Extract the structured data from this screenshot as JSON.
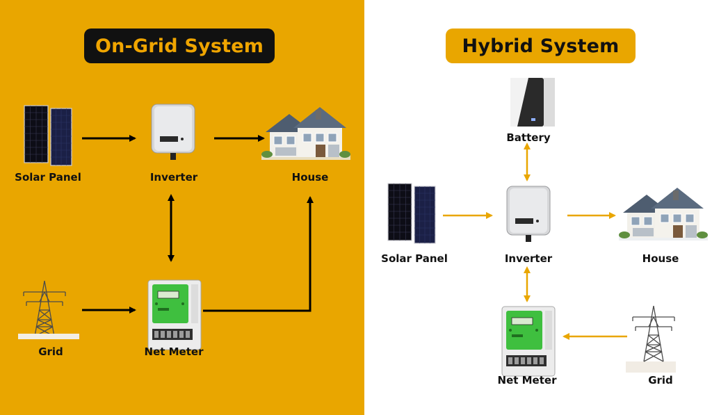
{
  "on_grid": {
    "title": "On-Grid System",
    "labels": {
      "solar_panel": "Solar Panel",
      "inverter": "Inverter",
      "house": "House",
      "grid": "Grid",
      "net_meter": "Net Meter"
    }
  },
  "hybrid": {
    "title": "Hybrid System",
    "labels": {
      "battery": "Battery",
      "solar_panel": "Solar Panel",
      "inverter": "Inverter",
      "house": "House",
      "net_meter": "Net Meter",
      "grid": "Grid"
    }
  },
  "colors": {
    "accent": "#E9A600",
    "dark": "#111111",
    "arrow_on_grid": "#000000",
    "arrow_hybrid": "#E9A600"
  },
  "icons": [
    "solar-panel-icon",
    "inverter-icon",
    "house-icon",
    "transmission-tower-icon",
    "net-meter-icon",
    "battery-icon"
  ]
}
